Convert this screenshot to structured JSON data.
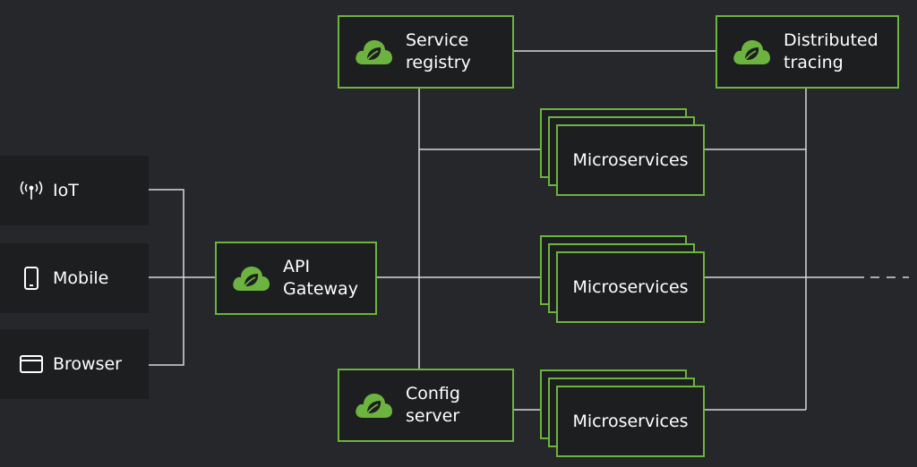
{
  "clients": [
    {
      "label": "IoT",
      "icon": "iot-antenna-icon"
    },
    {
      "label": "Mobile",
      "icon": "mobile-phone-icon"
    },
    {
      "label": "Browser",
      "icon": "browser-window-icon"
    }
  ],
  "gateway": {
    "line1": "API",
    "line2": "Gateway",
    "icon": "spring-leaf-icon"
  },
  "registry": {
    "line1": "Service",
    "line2": "registry",
    "icon": "spring-leaf-icon"
  },
  "tracing": {
    "line1": "Distributed",
    "line2": "tracing",
    "icon": "spring-leaf-icon"
  },
  "config": {
    "line1": "Config",
    "line2": "server",
    "icon": "spring-leaf-icon"
  },
  "microservices": [
    {
      "label": "Microservices"
    },
    {
      "label": "Microservices"
    },
    {
      "label": "Microservices"
    }
  ],
  "colors": {
    "background": "#25272a",
    "panel": "#1c1e20",
    "accent": "#6db33f",
    "line": "#d8d8d8"
  }
}
